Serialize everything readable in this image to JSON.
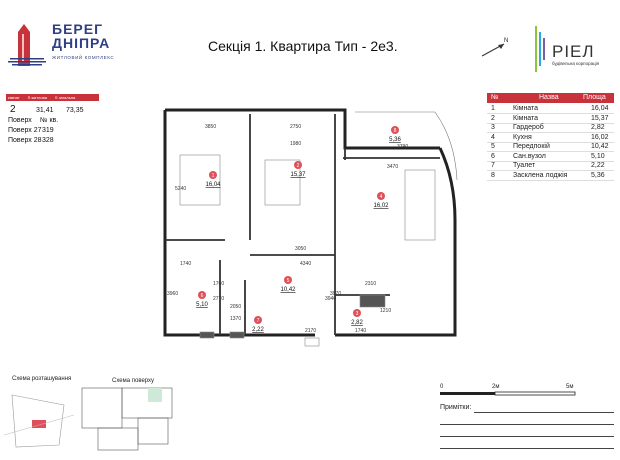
{
  "header": {
    "brand_top": "БЕРЕГ",
    "brand_bottom": "ДНІПРА",
    "brand_sub": "ЖИТЛОВИЙ КОМПЛЕКС",
    "title": "Секція 1. Квартира Тип - 2е3.",
    "north": "N",
    "developer": "РІЕЛ",
    "developer_sub": "будівельна корпорація"
  },
  "info": {
    "head": [
      "кімнат",
      "S житлова",
      "S загальна"
    ],
    "rooms": "2",
    "living": "31,41",
    "total": "73,35",
    "floor_label": "Поверх",
    "apt_label": "№ кв.",
    "floors": [
      {
        "floor": "Поверх 27",
        "apt": "319"
      },
      {
        "floor": "Поверх 28",
        "apt": "328"
      }
    ]
  },
  "table": {
    "col_n": "№",
    "col_name": "Назва",
    "col_area": "Площа",
    "rows": [
      {
        "n": "1",
        "name": "Кімната",
        "area": "16,04"
      },
      {
        "n": "2",
        "name": "Кімната",
        "area": "15,37"
      },
      {
        "n": "3",
        "name": "Гардероб",
        "area": "2,82"
      },
      {
        "n": "4",
        "name": "Кухня",
        "area": "16,02"
      },
      {
        "n": "5",
        "name": "Передпокій",
        "area": "10,42"
      },
      {
        "n": "6",
        "name": "Сан.вузол",
        "area": "5,10"
      },
      {
        "n": "7",
        "name": "Туалет",
        "area": "2,22"
      },
      {
        "n": "8",
        "name": "Засклена лоджія",
        "area": "5,36"
      }
    ]
  },
  "plan": {
    "rooms": [
      {
        "n": "1",
        "area": "16,04"
      },
      {
        "n": "2",
        "area": "15,37"
      },
      {
        "n": "3",
        "area": "2,82"
      },
      {
        "n": "4",
        "area": "16,02"
      },
      {
        "n": "5",
        "area": "10,42"
      },
      {
        "n": "6",
        "area": "5,10"
      },
      {
        "n": "7",
        "area": "2,22"
      },
      {
        "n": "8",
        "area": "5,36"
      }
    ],
    "dims": [
      "3850",
      "2750",
      "3790",
      "3470",
      "5240",
      "3050",
      "1740",
      "4340",
      "2310",
      "1210",
      "2050",
      "2170",
      "1740",
      "3970",
      "3940",
      "3960",
      "1760",
      "2770",
      "1370",
      "1980"
    ]
  },
  "footer": {
    "location_label": "Схема розташування",
    "floor_label": "Схема поверху",
    "scale": [
      "0",
      "2м",
      "5м"
    ],
    "notes_label": "Примітки:"
  },
  "colors": {
    "accent": "#c8323b",
    "brand": "#2f3f86",
    "room_marker": "#e0505a"
  }
}
